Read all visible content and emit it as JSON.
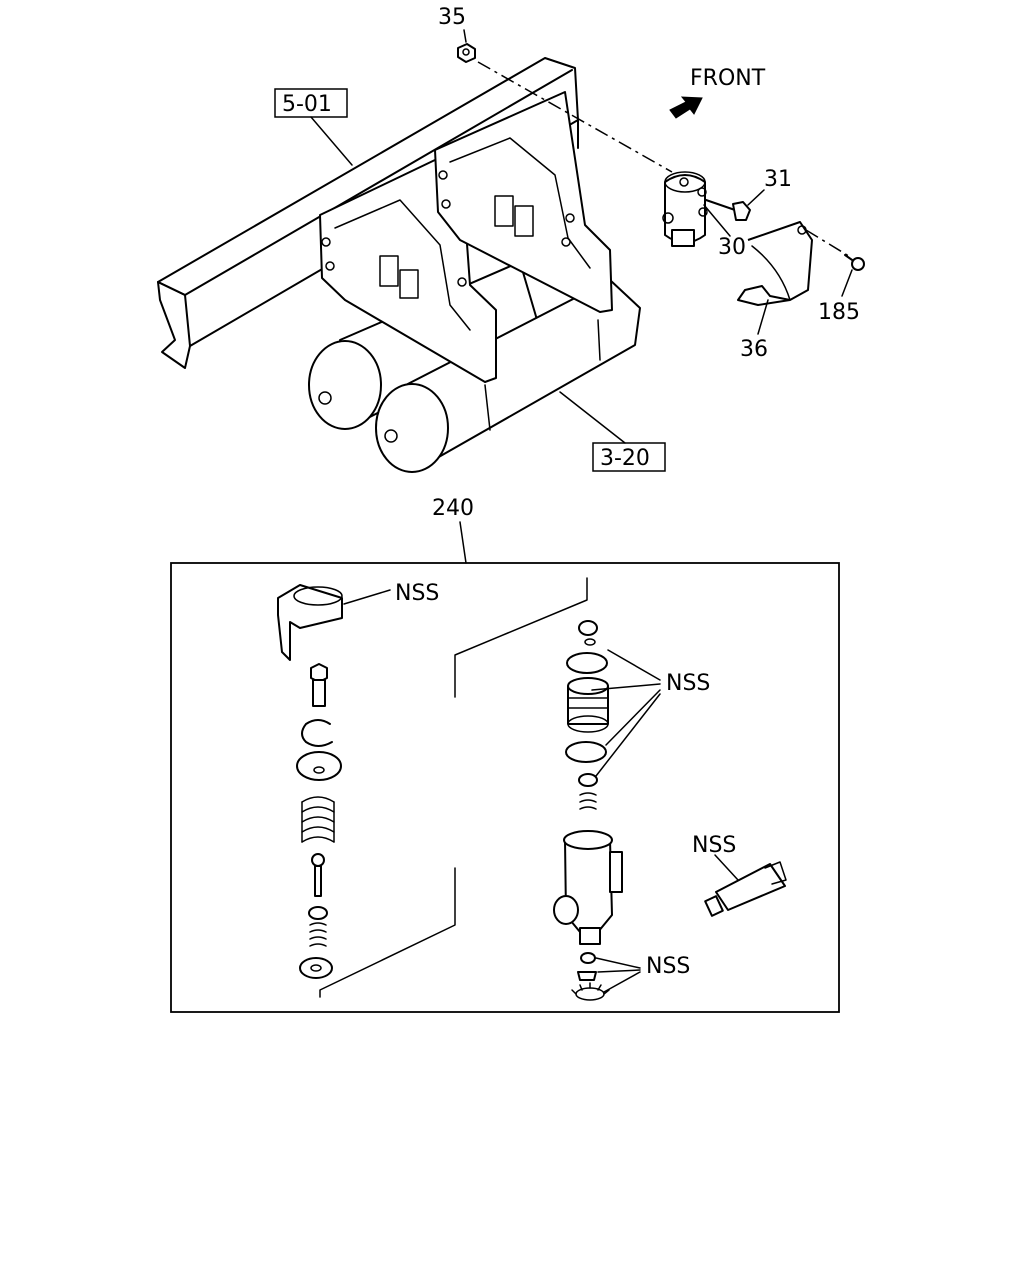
{
  "direction": {
    "label": "FRONT"
  },
  "refs": {
    "frame": "5-01",
    "tanks": "3-20"
  },
  "callouts": {
    "nut": "35",
    "bolt": "31",
    "valve": "30",
    "screw": "185",
    "bracket": "36",
    "kit": "240"
  },
  "kit_labels": {
    "cap": "NSS",
    "seals": "NSS",
    "grease": "NSS",
    "bottom": "NSS"
  }
}
